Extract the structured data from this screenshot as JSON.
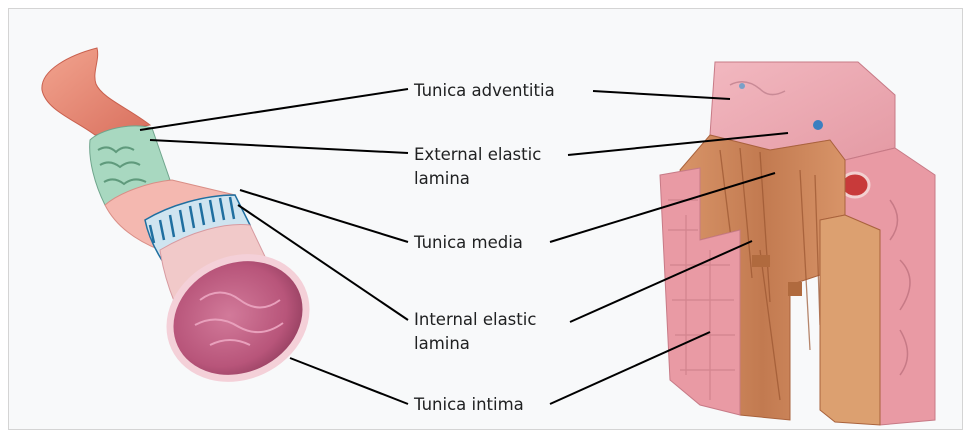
{
  "labels": {
    "adventitia": "Tunica adventitia",
    "external_line1": "External elastic",
    "external_line2": "lamina",
    "media": "Tunica media",
    "internal_line1": "Internal elastic",
    "internal_line2": "lamina",
    "intima": "Tunica intima"
  },
  "colors": {
    "frame_border": "#d4d4d4",
    "background": "#f8f9fa",
    "vessel_outer": "#e8897a",
    "adventitia_green": "#a8d8c0",
    "media_pink": "#f4b8b0",
    "internal_blue": "#1f6fa0",
    "intima_lumen": "#b8557a",
    "block_pink": "#e8a0a8",
    "block_muscle": "#c8825a",
    "leader_line": "#000000"
  },
  "icons": {
    "vessel": "artery-cross-section-illustration",
    "block": "artery-wall-block-illustration"
  }
}
